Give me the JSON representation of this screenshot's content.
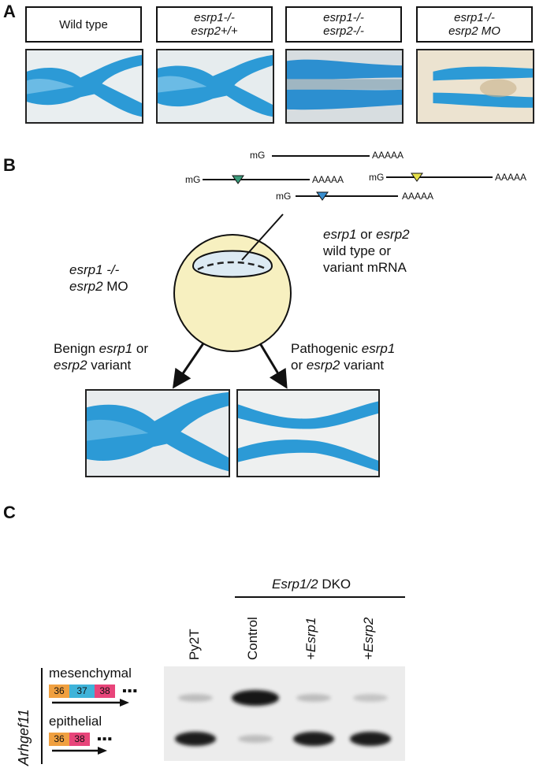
{
  "panelA": {
    "letter": "A",
    "labels": [
      {
        "line1": "Wild type",
        "line2": ""
      },
      {
        "line1": "esrp1-/-",
        "line2": "esrp2+/+"
      },
      {
        "line1": "esrp1-/-",
        "line2": "esrp2-/-"
      },
      {
        "line1": "esrp1-/-",
        "line2": "esrp2 MO"
      }
    ]
  },
  "panelB": {
    "letter": "B",
    "mrna": {
      "cap": "mG",
      "tail": "AAAAA"
    },
    "injection_label": {
      "part1": "esrp1",
      "part2": " or ",
      "part3": "esrp2",
      "line2": "wild type or",
      "line3": "variant mRNA"
    },
    "embryo_label": {
      "line1": "esrp1 -/-",
      "line2_it": "esrp2",
      "line2_rest": " MO"
    },
    "benign": {
      "line1_pre": "Benign ",
      "line1_it": "esrp1",
      "line1_post": " or",
      "line2_it": "esrp2",
      "line2_post": " variant"
    },
    "pathogenic": {
      "line1_pre": "Pathogenic ",
      "line1_it": "esrp1",
      "line2_pre": "or ",
      "line2_it": "esrp2",
      "line2_post": " variant"
    },
    "colors": {
      "green": "#3a9a7a",
      "yellow": "#e6e04a",
      "blue": "#3a8fd0",
      "egg": "#f7f0c0",
      "cell": "#dceaf3",
      "cartilage": "#2c9ad6"
    }
  },
  "panelC": {
    "letter": "C",
    "group_label_it": "Esrp1/2",
    "group_label_rest": " DKO",
    "lanes": [
      "Py2T",
      "Control",
      "+Esrp1",
      "+Esrp2"
    ],
    "gene": "Arhgef11",
    "isoforms": [
      {
        "name": "mesenchymal",
        "exons": [
          "36",
          "37",
          "38"
        ]
      },
      {
        "name": "epithelial",
        "exons": [
          "36",
          "38"
        ]
      }
    ],
    "ellipsis": "▪▪▪",
    "exon_colors": {
      "36": "#f0a040",
      "37": "#3fb3d9",
      "38": "#e8457a"
    }
  }
}
